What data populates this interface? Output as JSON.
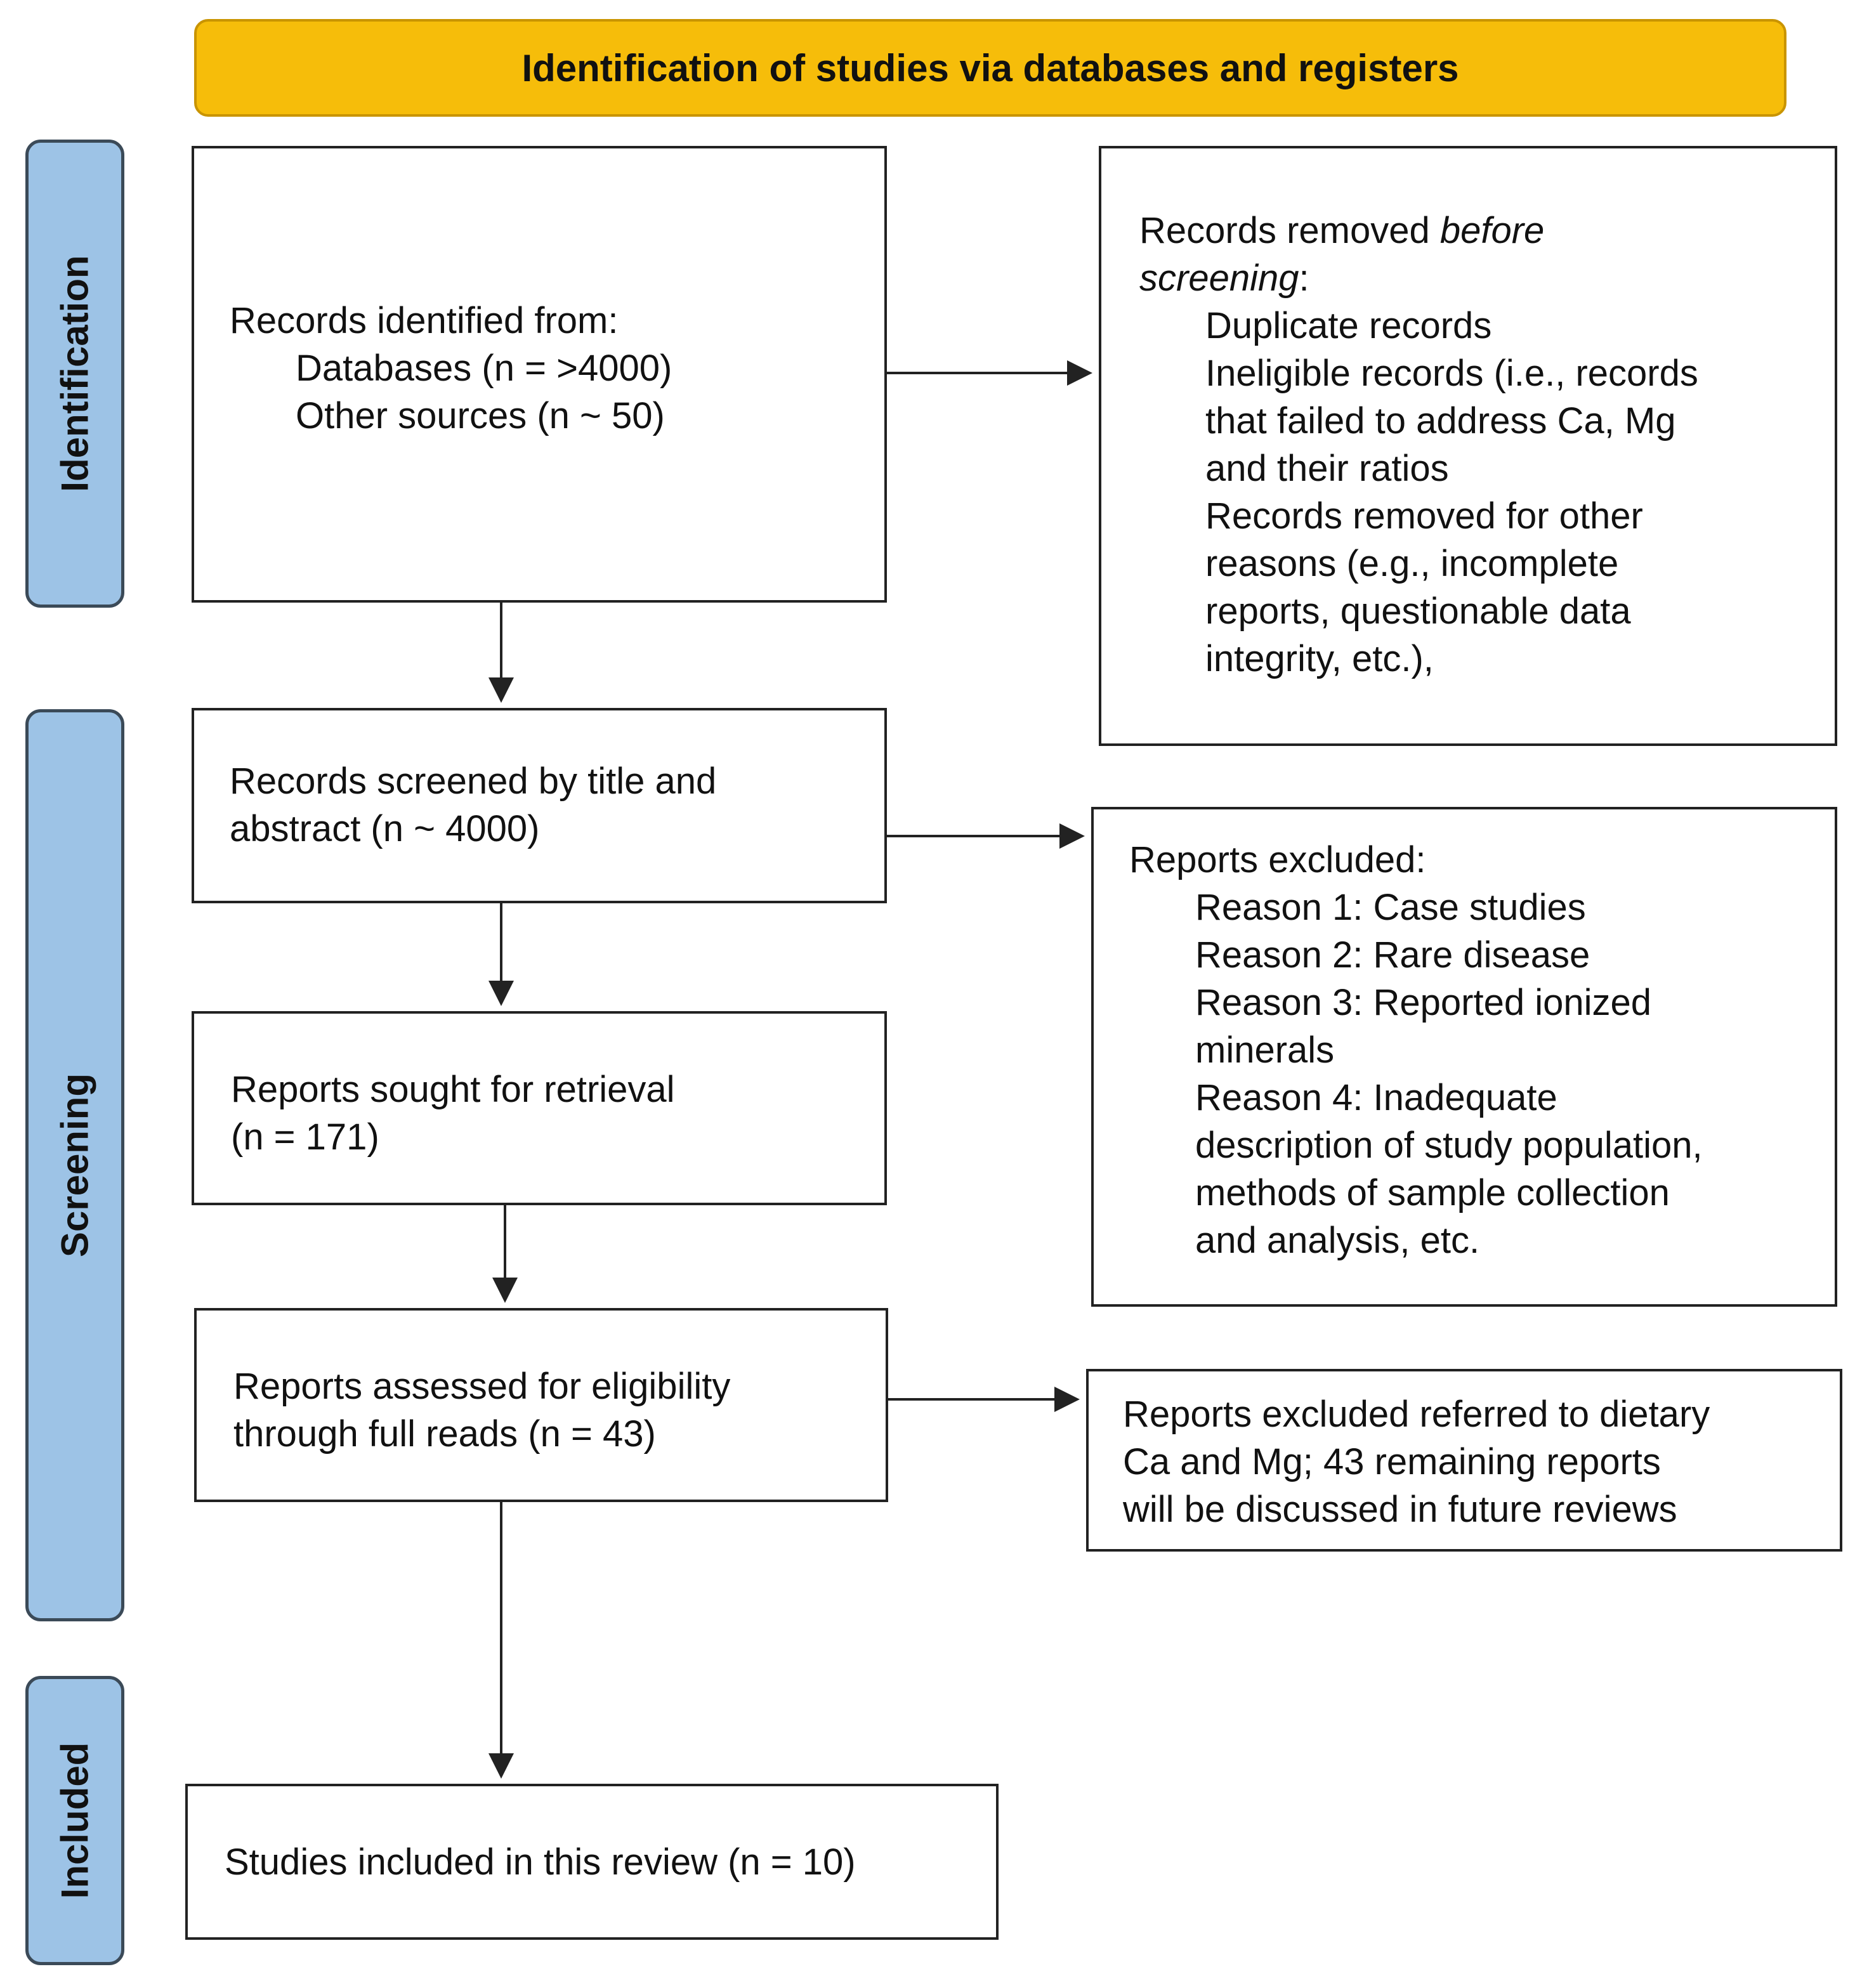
{
  "header": {
    "title": "Identification of studies via databases and registers"
  },
  "stages": {
    "identification": "Identification",
    "screening": "Screening",
    "included": "Included"
  },
  "boxes": {
    "records_identified": {
      "heading": "Records identified from:",
      "databases": "Databases (n = >4000)",
      "other_sources": "Other sources (n ~ 50)"
    },
    "records_removed": {
      "heading_prefix": "Records removed ",
      "heading_italic_1": "before",
      "heading_italic_2": "screening",
      "heading_suffix": ":",
      "items": [
        "Duplicate records",
        "Ineligible records (i.e., records",
        "that failed to address Ca, Mg",
        "and their ratios",
        "Records removed for other",
        "reasons (e.g., incomplete",
        "reports, questionable data",
        "integrity, etc.),"
      ]
    },
    "records_screened": {
      "line1": "Records screened by title and",
      "line2": "abstract (n ~ 4000)"
    },
    "reports_excluded": {
      "heading": "Reports excluded:",
      "items": [
        "Reason 1: Case studies",
        "Reason 2: Rare disease",
        "Reason 3: Reported ionized",
        "minerals",
        "Reason 4: Inadequate",
        "description of study population,",
        "methods of sample collection",
        "and analysis, etc."
      ]
    },
    "reports_sought": {
      "line1": "Reports sought for retrieval",
      "line2": "(n = 171)"
    },
    "reports_assessed": {
      "line1": "Reports assessed for eligibility",
      "line2": "through full reads (n = 43)"
    },
    "reports_excluded_dietary": {
      "lines": [
        "Reports excluded referred to dietary",
        "Ca and Mg; 43 remaining reports",
        "will be discussed in future reviews"
      ]
    },
    "studies_included": {
      "label": "Studies included in this review (n = 10)"
    }
  },
  "colors": {
    "banner_fill": "#f6bd0a",
    "stage_fill": "#9dc3e6",
    "box_border": "#222222",
    "arrow": "#222222"
  }
}
